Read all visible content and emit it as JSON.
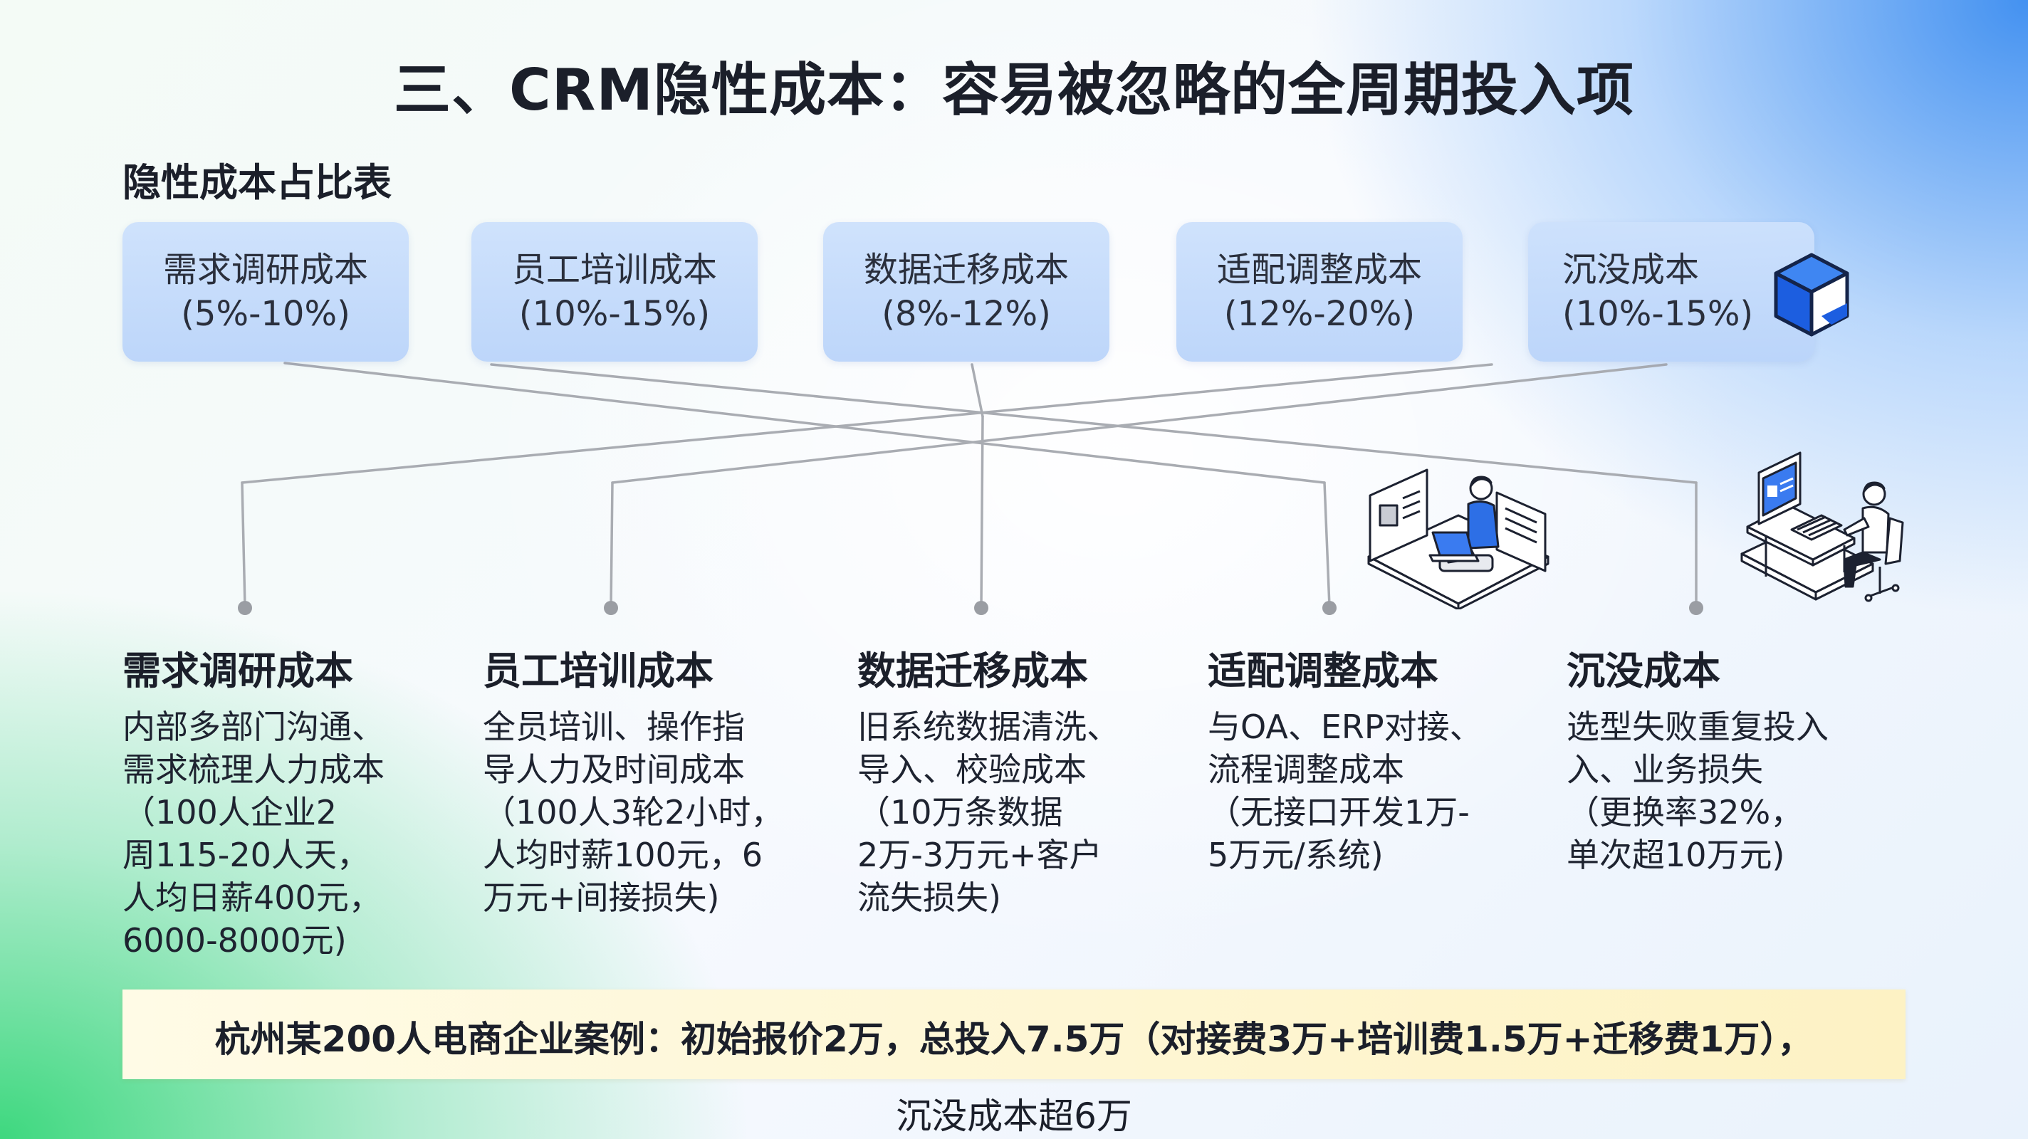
{
  "title": "三、CRM隐性成本：容易被忽略的全周期投入项",
  "subtitle": "隐性成本占比表",
  "cards": [
    {
      "name": "需求调研成本",
      "range": "(5%-10%)"
    },
    {
      "name": "员工培训成本",
      "range": "(10%-15%)"
    },
    {
      "name": "数据迁移成本",
      "range": "(8%-12%)"
    },
    {
      "name": "适配调整成本",
      "range": "(12%-20%)"
    },
    {
      "name": "沉没成本",
      "range": "(10%-15%)"
    }
  ],
  "details": [
    {
      "title": "需求调研成本",
      "lines": [
        "内部多部门沟通、",
        "需求梳理人力成本",
        "（100人企业2",
        "周115-20人天，",
        "人均日薪400元，",
        "6000-8000元)"
      ]
    },
    {
      "title": "员工培训成本",
      "lines": [
        "全员培训、操作指",
        "导人力及时间成本",
        "（100人3轮2小时，",
        "人均时薪100元，6",
        "万元+间接损失)"
      ]
    },
    {
      "title": "数据迁移成本",
      "lines": [
        "旧系统数据清洗、",
        "导入、校验成本",
        "（10万条数据",
        "2万-3万元+客户",
        "流失损失)"
      ]
    },
    {
      "title": "适配调整成本",
      "lines": [
        "与OA、ERP对接、",
        "流程调整成本",
        "（无接口开发1万-",
        "5万元/系统)"
      ]
    },
    {
      "title": "沉没成本",
      "lines": [
        "选型失败重复投入",
        "入、业务损失",
        "（更换率32%，",
        "单次超10万元)"
      ]
    }
  ],
  "banner": {
    "line1": "杭州某200人电商企业案例：初始报价2万，总投入7.5万（对接费3万+培训费1.5万+迁移费1万），",
    "line2": "沉没成本超6万"
  },
  "colors": {
    "card": "#c3d9fb",
    "line": "#a9acb2",
    "banner": "#fdf4c8",
    "accent": "#2a6de8"
  },
  "icons": [
    "cube-icon",
    "laptop-worker-illustration",
    "desk-worker-illustration"
  ]
}
